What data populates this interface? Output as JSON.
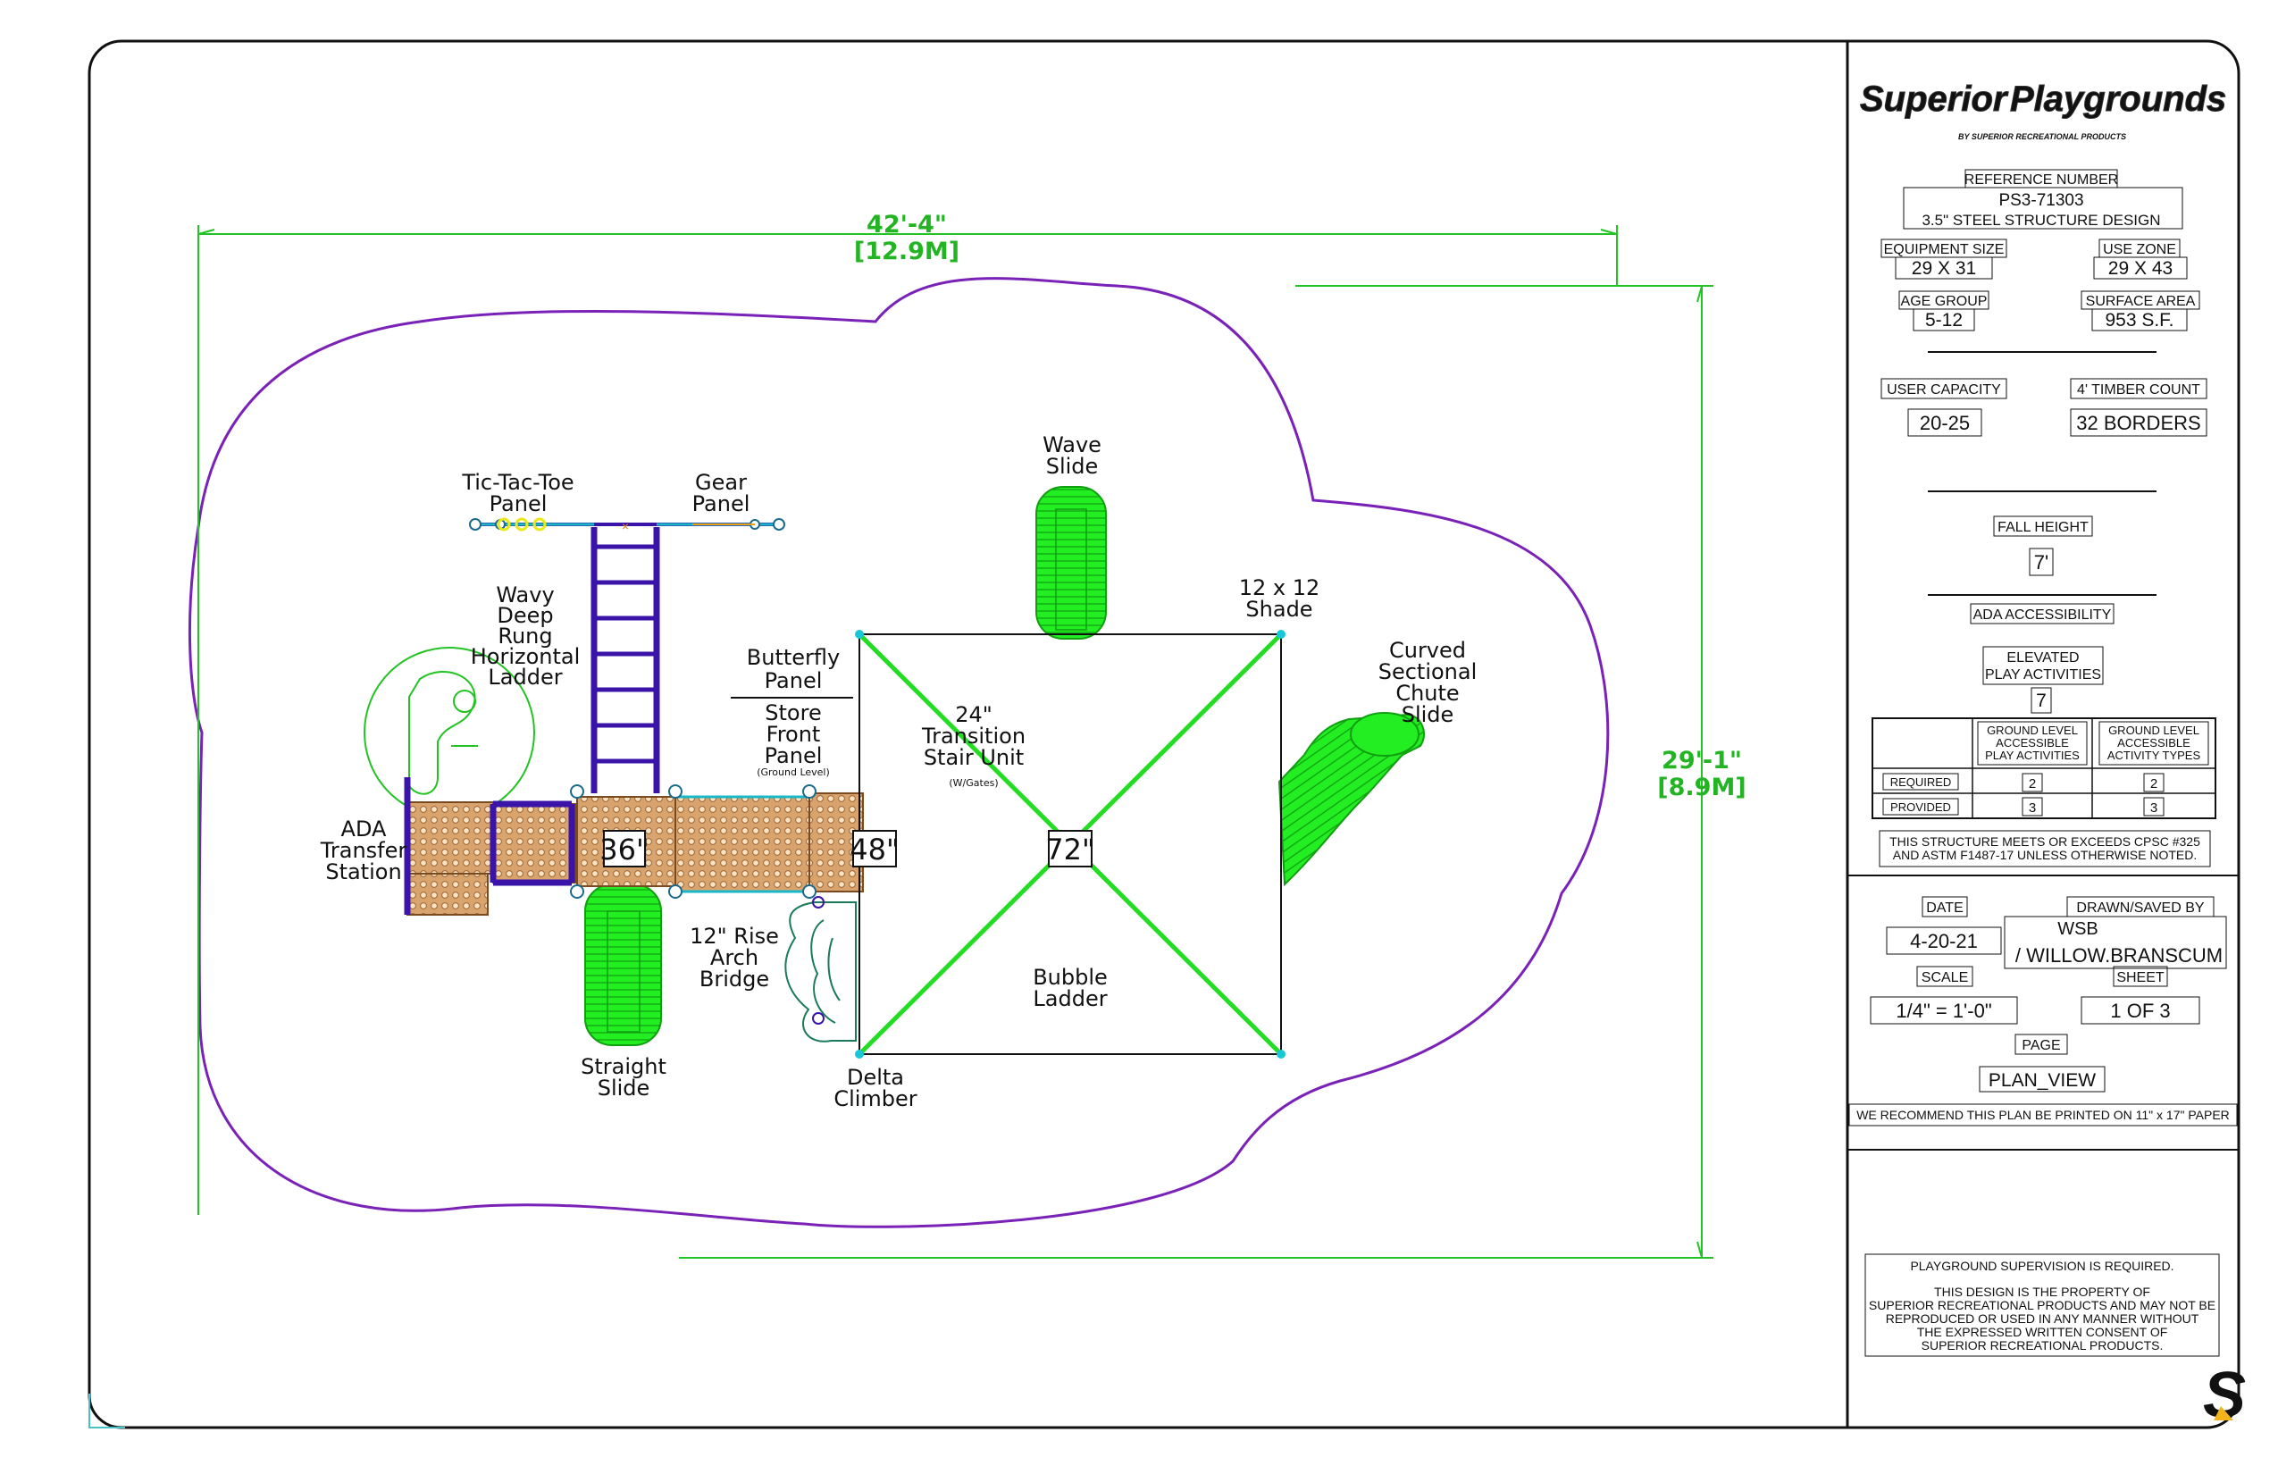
{
  "dimensions": {
    "width_ft": "42'-4\"",
    "width_m": "[12.9M]",
    "depth_ft": "29'-1\"",
    "depth_m": "[8.9M]"
  },
  "components": {
    "tic_tac_toe": [
      "Tic-Tac-Toe",
      "Panel"
    ],
    "gear": [
      "Gear",
      "Panel"
    ],
    "wavy_ladder": [
      "Wavy",
      "Deep",
      "Rung",
      "Horizontal",
      "Ladder"
    ],
    "butterfly": [
      "Butterfly",
      "Panel"
    ],
    "store_front": [
      "Store",
      "Front",
      "Panel"
    ],
    "store_front_note": "(Ground Level)",
    "transition": [
      "24\"",
      "Transition",
      "Stair Unit"
    ],
    "transition_note": "(W/Gates)",
    "wave_slide": [
      "Wave",
      "Slide"
    ],
    "shade": [
      "12 x 12",
      "Shade"
    ],
    "curved_slide": [
      "Curved",
      "Sectional",
      "Chute",
      "Slide"
    ],
    "ada_transfer": [
      "ADA",
      "Transfer",
      "Station"
    ],
    "arch_bridge": [
      "12\" Rise",
      "Arch",
      "Bridge"
    ],
    "bubble_ladder": [
      "Bubble",
      "Ladder"
    ],
    "straight_slide": [
      "Straight",
      "Slide"
    ],
    "delta_climber": [
      "Delta",
      "Climber"
    ]
  },
  "deck_heights": {
    "deck1": "36\"",
    "deck2": "48\"",
    "deck3": "72\""
  },
  "title_block": {
    "brand_a": "Superior",
    "brand_b": "Playgrounds",
    "brand_sub": "BY SUPERIOR RECREATIONAL PRODUCTS",
    "reference_number_label": "REFERENCE NUMBER",
    "reference_number": "PS3-71303",
    "design": "3.5\"   STEEL STRUCTURE DESIGN",
    "equipment_size_label": "EQUIPMENT SIZE",
    "equipment_size": "29 X 31",
    "use_zone_label": "USE ZONE",
    "use_zone": "29 X 43",
    "age_group_label": "AGE GROUP",
    "age_group": "5-12",
    "surface_area_label": "SURFACE AREA",
    "surface_area": "953 S.F.",
    "user_capacity_label": "USER CAPACITY",
    "user_capacity": "20-25",
    "timber_count_label": "4' TIMBER COUNT",
    "timber_count": "32 BORDERS",
    "fall_height_label": "FALL HEIGHT",
    "fall_height": "7'",
    "ada_label": "ADA ACCESSIBILITY",
    "elevated_label_1": "ELEVATED",
    "elevated_label_2": "PLAY ACTIVITIES",
    "elevated_count": "7",
    "table_col1": [
      "GROUND LEVEL",
      "ACCESSIBLE",
      "PLAY ACTIVITIES"
    ],
    "table_col2": [
      "GROUND LEVEL",
      "ACCESSIBLE",
      "ACTIVITY TYPES"
    ],
    "required_label": "REQUIRED",
    "required_c1": "2",
    "required_c2": "2",
    "provided_label": "PROVIDED",
    "provided_c1": "3",
    "provided_c2": "3",
    "cpsc_1": "THIS STRUCTURE MEETS OR EXCEEDS CPSC #325",
    "cpsc_2": "AND ASTM F1487-17 UNLESS OTHERWISE NOTED.",
    "date_label": "DATE",
    "date": "4-20-21",
    "drawn_label": "DRAWN/SAVED BY",
    "drawn_1": "WSB",
    "drawn_2": "/ WILLOW.BRANSCUM",
    "scale_label": "SCALE",
    "scale": "1/4\"  =  1'-0\"",
    "sheet_label": "SHEET",
    "sheet": "1   OF    3",
    "page_label": "PAGE",
    "page": "PLAN_VIEW",
    "print_note": "WE RECOMMEND THIS PLAN BE PRINTED ON 11\" x 17\" PAPER",
    "supervision": "PLAYGROUND SUPERVISION IS REQUIRED.",
    "property_1": "THIS DESIGN IS THE PROPERTY OF",
    "property_2": "SUPERIOR RECREATIONAL PRODUCTS AND MAY NOT BE",
    "property_3": "REPRODUCED OR USED IN ANY MANNER WITHOUT",
    "property_4": "THE EXPRESSED WRITTEN CONSENT OF",
    "property_5": "SUPERIOR RECREATIONAL PRODUCTS.",
    "corner_logo": "S"
  },
  "colors": {
    "use_zone": "#7a22b8",
    "dimension": "#22c322",
    "slide": "#1ee61e",
    "frame": "#3a14a8",
    "deck": "#c8894f",
    "post": "#18b8c8"
  }
}
